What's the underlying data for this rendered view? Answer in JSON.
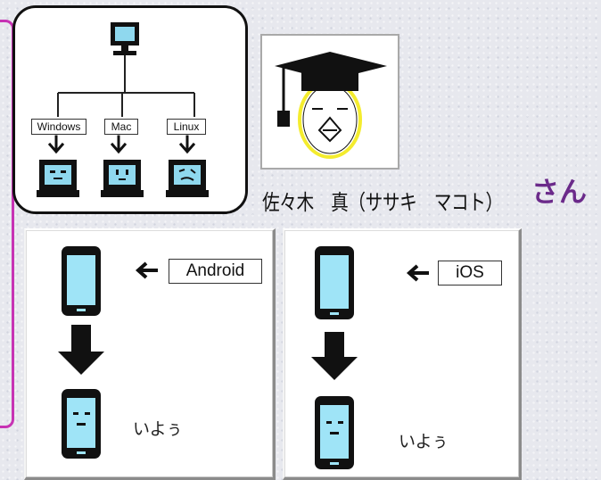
{
  "os_diagram": {
    "labels": [
      "Windows",
      "Mac",
      "Linux"
    ],
    "icons": [
      "monitor-icon",
      "computer-face-icon"
    ]
  },
  "profile": {
    "name": "佐々木　真（ササキ　マコト）",
    "honorific": "さん",
    "avatar_icon": "graduate-cap-avatar-icon"
  },
  "panels": {
    "android": {
      "label": "Android",
      "greeting": "いよぅ"
    },
    "ios": {
      "label": "iOS",
      "greeting": "いよぅ"
    }
  },
  "colors": {
    "accent_purple": "#6b2a8a",
    "frame_pink": "#c733b4",
    "phone_screen": "#9fe4f7",
    "avatar_yellow": "#f4ec2e"
  }
}
